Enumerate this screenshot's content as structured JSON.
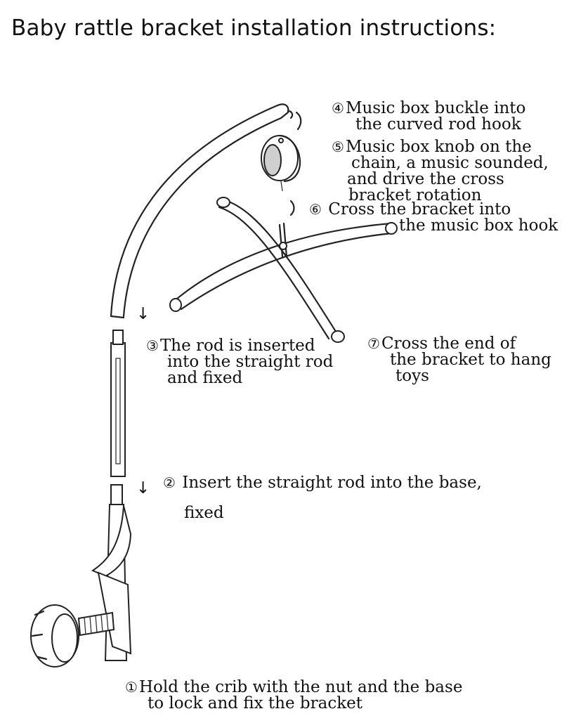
{
  "title": "Baby rattle bracket installation instructions:",
  "steps": {
    "s4": {
      "num": "④",
      "line1": "Music box buckle into",
      "line2": "the curved rod hook"
    },
    "s5": {
      "num": "⑤",
      "line1": "Music box knob on the",
      "line2": "chain, a music sounded,",
      "line3": "and drive the cross",
      "line4": "bracket rotation"
    },
    "s6": {
      "num": "⑥",
      "line1": "Cross the bracket into",
      "line2": "the music box hook"
    },
    "s3": {
      "num": "③",
      "line1": "The rod is inserted",
      "line2": "into the straight rod",
      "line3": "and fixed"
    },
    "s7": {
      "num": "⑦",
      "line1": "Cross the end of",
      "line2": "the bracket to hang",
      "line3": "toys"
    },
    "s2": {
      "num": "②",
      "line1": "Insert the straight rod into the base,",
      "line2": "fixed"
    },
    "s1": {
      "num": "①",
      "line1": "Hold the crib with the nut and the base",
      "line2": "to lock and fix the bracket"
    }
  },
  "arrows": {
    "down": "↓"
  }
}
